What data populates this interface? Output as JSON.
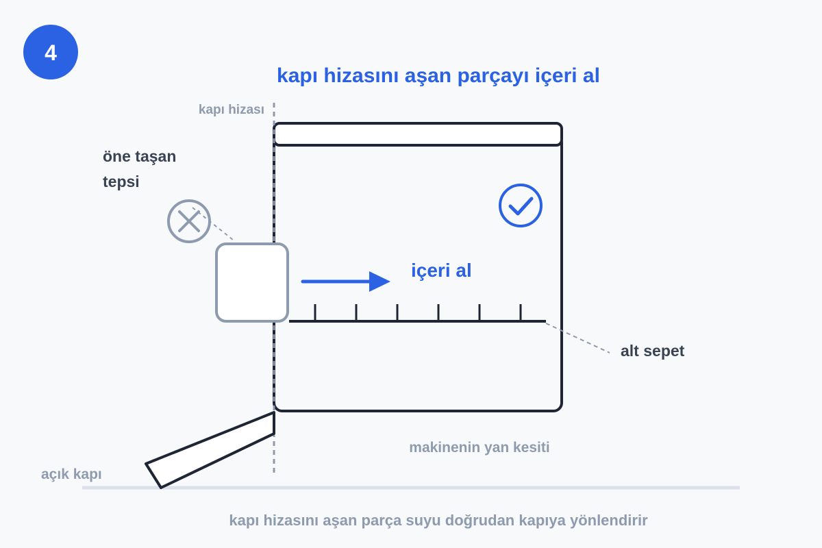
{
  "step": {
    "number": "4"
  },
  "title": "kapı hizasını aşan parçayı içeri al",
  "labels": {
    "door_line": "kapı hizası",
    "overhang_tray": "öne taşan",
    "overhang_tray_2": "tepsi",
    "push_in": "içeri al",
    "lower_basket": "alt sepet",
    "side_section": "makinenin yan kesiti",
    "open_door": "açık kapı"
  },
  "caption": "kapı hizasını aşan parça suyu doğrudan kapıya yönlendirir",
  "colors": {
    "accent_blue": "#2b62e3",
    "outline_dark": "#1e2535",
    "muted_gray": "#8e9aae",
    "label_dark": "#3a4354",
    "background": "#f8f9fb"
  },
  "icons": {
    "wrong": "cross-circle-icon",
    "correct": "check-circle-icon",
    "direction": "right-arrow-icon"
  }
}
